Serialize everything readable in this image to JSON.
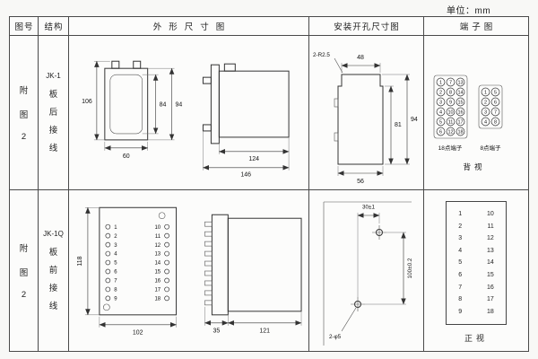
{
  "page": {
    "unit": "单位：mm"
  },
  "header": {
    "col_fig": "图号",
    "col_struct": "结构",
    "col_outline": "外形尺寸图",
    "col_mounting": "安装开孔尺寸图",
    "col_terminal": "端子图"
  },
  "row1": {
    "fig": [
      "附",
      "图",
      "2"
    ],
    "model": "JK-1",
    "wiring": [
      "板",
      "后",
      "接",
      "线"
    ],
    "outline": {
      "h_total": "106",
      "h_inner": "84",
      "h_outer": "94",
      "w_front": "60",
      "w_body": "124",
      "w_total": "146"
    },
    "mounting": {
      "radius": "2-R2.5",
      "w_top": "48",
      "h_inner": "81",
      "h_total": "94",
      "w_bottom": "56"
    },
    "terminal": {
      "t18": [
        "1",
        "7",
        "13",
        "2",
        "8",
        "14",
        "3",
        "9",
        "15",
        "4",
        "10",
        "16",
        "5",
        "11",
        "17",
        "6",
        "12",
        "18"
      ],
      "t8": [
        "1",
        "5",
        "2",
        "6",
        "3",
        "7",
        "4",
        "8"
      ],
      "t18_label": "18点端子",
      "t8_label": "8点端子",
      "view": "背视"
    }
  },
  "row2": {
    "fig": [
      "附",
      "图",
      "2"
    ],
    "model": "JK-1Q",
    "wiring": [
      "板",
      "前",
      "接",
      "线"
    ],
    "outline": {
      "pins_left": [
        "1",
        "2",
        "3",
        "4",
        "5",
        "6",
        "7",
        "8",
        "9"
      ],
      "pins_right": [
        "10",
        "11",
        "12",
        "13",
        "14",
        "15",
        "16",
        "17",
        "18"
      ],
      "h": "118",
      "w": "102",
      "d_block": "35",
      "d_body": "121"
    },
    "mounting": {
      "pitch_x": "30±1",
      "pitch_y": "100±0.2",
      "holes": "2-φ5"
    },
    "terminal": {
      "rows": [
        "1",
        "10",
        "2",
        "11",
        "3",
        "12",
        "4",
        "13",
        "5",
        "14",
        "6",
        "15",
        "7",
        "16",
        "8",
        "17",
        "9",
        "18"
      ],
      "view": "正视"
    }
  }
}
